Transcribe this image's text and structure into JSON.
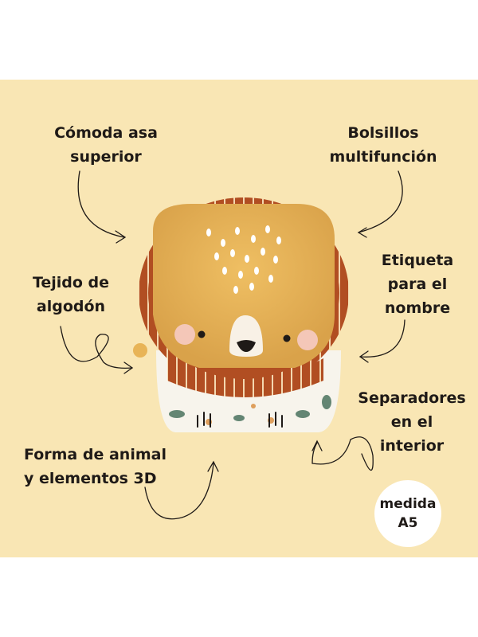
{
  "features": {
    "top_handle": [
      "Cómoda asa",
      "superior"
    ],
    "pockets": [
      "Bolsillos",
      "multifunción"
    ],
    "cotton": [
      "Tejido de",
      "algodón"
    ],
    "name_tag": [
      "Etiqueta",
      "para el",
      "nombre"
    ],
    "separators": [
      "Separadores",
      "en el",
      "interior"
    ],
    "animal_shape": [
      "Forma de animal",
      "y elementos 3D"
    ]
  },
  "badge": {
    "line1": "medida",
    "line2": "A5"
  },
  "colors": {
    "background": "#f9e6b4",
    "backpack_body": "#e8b457",
    "mane": "#b14e22",
    "badge": "#ffffff"
  }
}
